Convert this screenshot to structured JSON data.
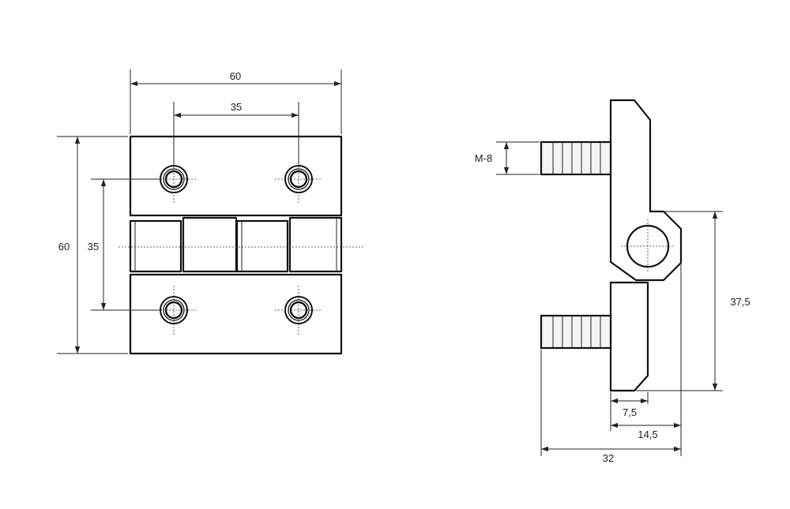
{
  "dimensions": {
    "front_width": "60",
    "hole_spacing_horizontal": "35",
    "front_height": "60",
    "hole_spacing_vertical": "35",
    "thread": "M-8",
    "pivot_to_bottom": "37,5",
    "offset_small": "7,5",
    "offset_medium": "14,5",
    "overall_depth": "32"
  }
}
